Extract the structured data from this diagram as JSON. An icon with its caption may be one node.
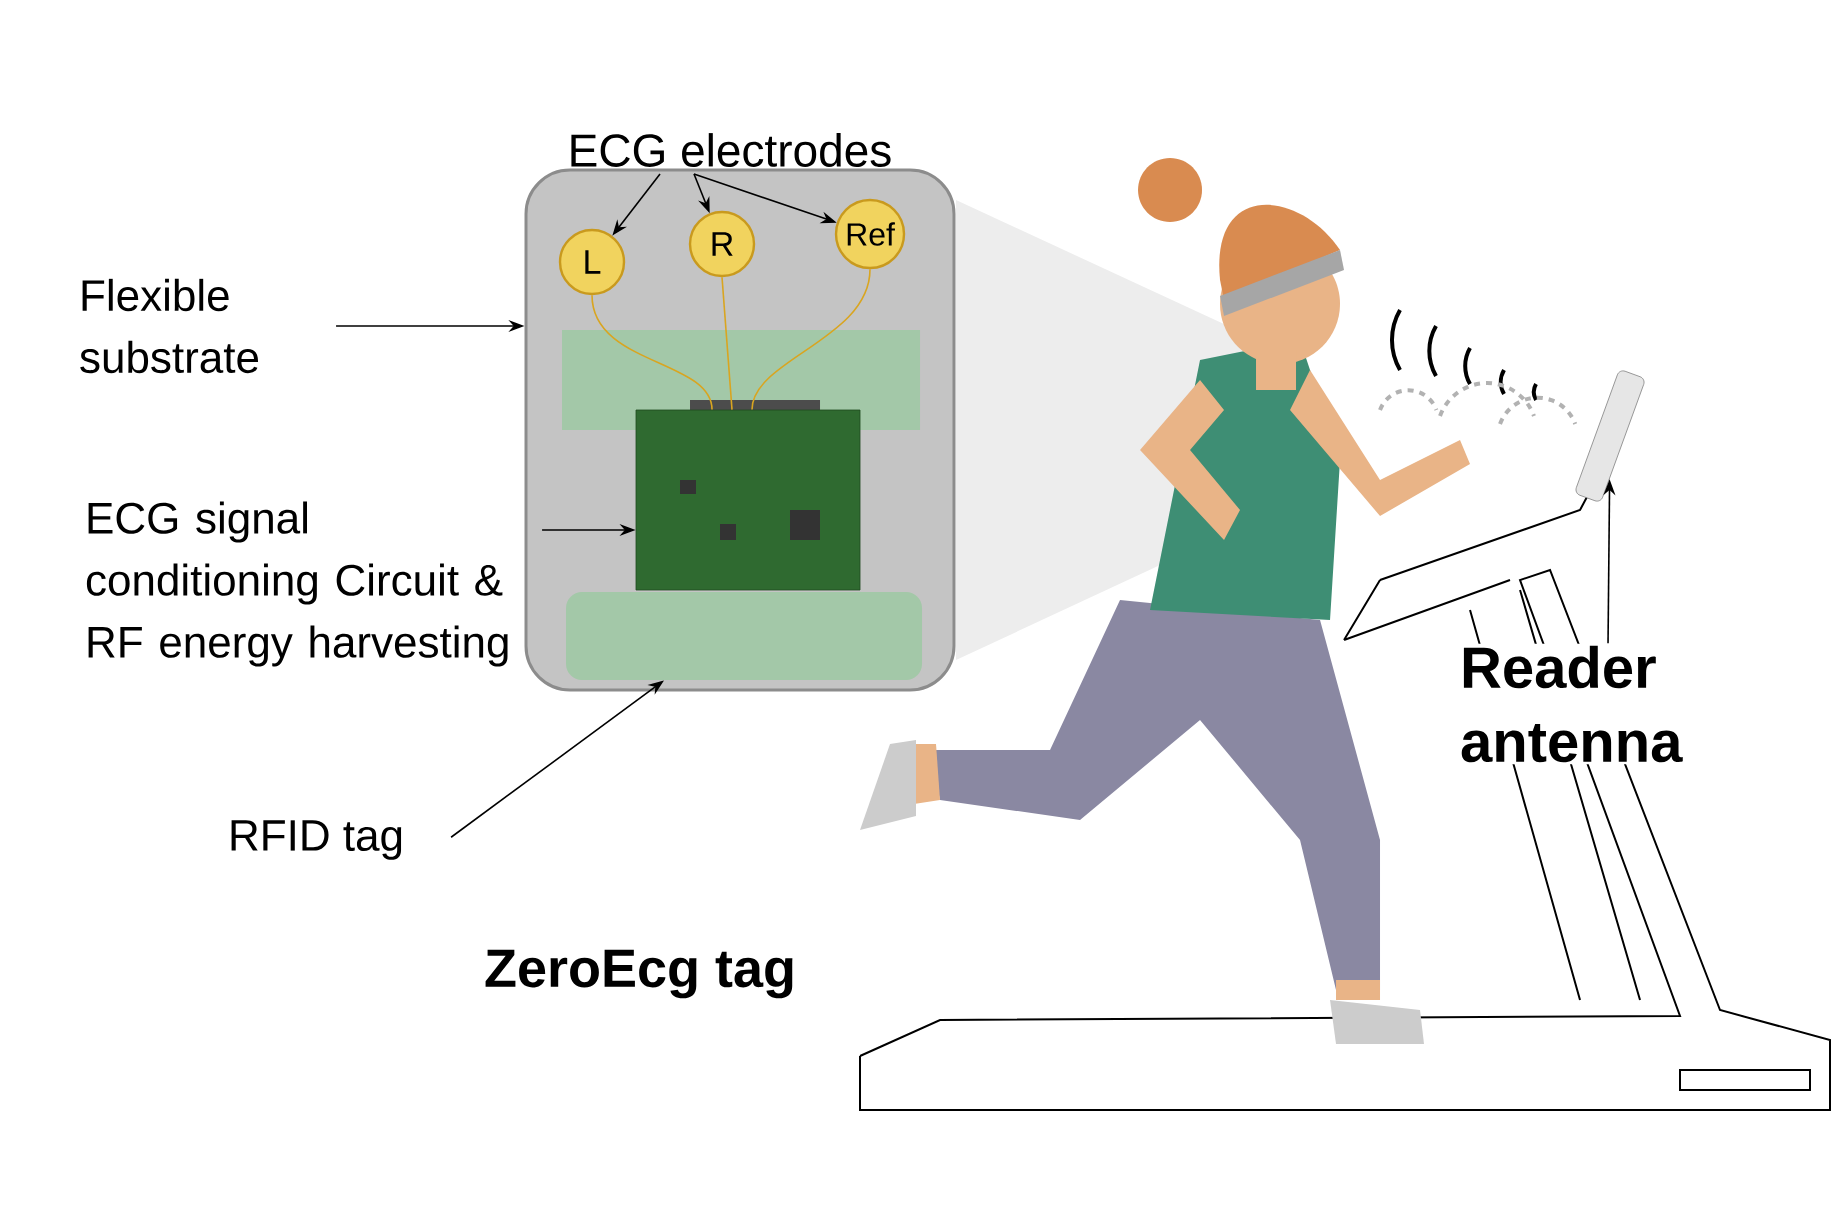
{
  "diagram": {
    "nodes": [
      {
        "text": [
          "Flexible substrate"
        ]
      },
      {
        "text": [],
        "shape": "box"
      },
      {
        "text": [
          "ECG signal conditioning Circuit & RF energy harvesting"
        ]
      },
      {
        "text": [],
        "shape": "box",
        "in": 1
      },
      {
        "text": [
          "RFID tag"
        ]
      },
      {
        "text": [],
        "shape": "bar",
        "in": 1
      },
      {
        "text": [
          "ECG electrodes"
        ]
      },
      {
        "text": [
          "L"
        ],
        "in": 1
      },
      {
        "text": [
          "R"
        ],
        "in": 1
      },
      {
        "text": [
          "Ref"
        ],
        "in": 1
      },
      {
        "text": [
          "Reader antenna"
        ]
      },
      {
        "text": [],
        "shape": "picture"
      }
    ],
    "edges": [
      {
        "from": 0,
        "to": 1,
        "arrow": "to"
      },
      {
        "from": 2,
        "to": 3,
        "arrow": "to"
      },
      {
        "from": 4,
        "to": 5,
        "arrow": "to"
      },
      {
        "from": 6,
        "to": 7,
        "arrow": "to"
      },
      {
        "from": 6,
        "to": 8,
        "arrow": "to"
      },
      {
        "from": 6,
        "to": 9,
        "arrow": "to"
      },
      {
        "from": 10,
        "to": 11,
        "arrow": "to"
      },
      {
        "from": 7,
        "to": 3,
        "arrow": "none",
        "color": "#d9a520"
      },
      {
        "from": 8,
        "to": 3,
        "arrow": "none",
        "color": "#d9a520"
      },
      {
        "from": 9,
        "to": 3,
        "arrow": "none",
        "color": "#d9a520"
      }
    ],
    "labels": [
      "ZeroEcg tag"
    ]
  }
}
